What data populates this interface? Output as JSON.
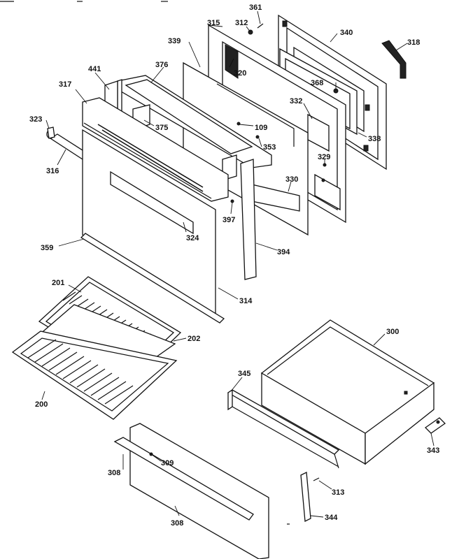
{
  "labels": {
    "p361": "361",
    "p312": "312",
    "p315": "315",
    "p340": "340",
    "p318": "318",
    "p339": "339",
    "p320": "320",
    "p376": "376",
    "p441": "441",
    "p317": "317",
    "p368": "368",
    "p332": "332",
    "p375": "375",
    "p109": "109",
    "p323": "323",
    "p353": "353",
    "p338": "338",
    "p316": "316",
    "p329": "329",
    "p330": "330",
    "p397": "397",
    "p324": "324",
    "p359": "359",
    "p394": "394",
    "p201": "201",
    "p314": "314",
    "p300": "300",
    "p202": "202",
    "p345": "345",
    "p200": "200",
    "p343": "343",
    "p309": "309",
    "p308a": "308",
    "p313": "313",
    "p308b": "308",
    "p344": "344"
  }
}
